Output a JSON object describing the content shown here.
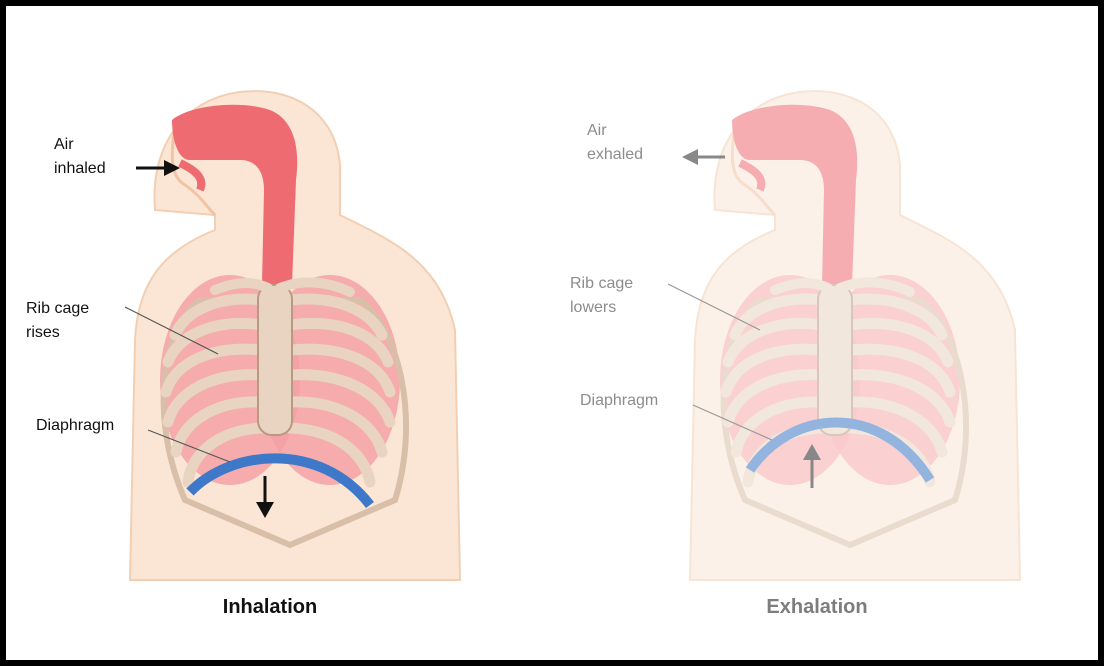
{
  "colors": {
    "frame": "#000000",
    "skin_light": "#fbe6d6",
    "skin_mid": "#f5cfb0",
    "airway": "#ee6b72",
    "lung": "#f4a0a6",
    "bone": "#e8d4c1",
    "bone_shadow": "#b89a82",
    "diaphragm": "#3e78c8",
    "inhale_text": "#111111",
    "exhale_text": "#8c8c8c"
  },
  "inhalation": {
    "air_label": "Air\ninhaled",
    "rib_label": "Rib cage\nrises",
    "diaphragm_label": "Diaphragm",
    "title": "Inhalation",
    "air_arrow_icon": "arrow-right-icon",
    "diaphragm_arrow_icon": "arrow-down-icon"
  },
  "exhalation": {
    "air_label": "Air\nexhaled",
    "rib_label": "Rib cage\nlowers",
    "diaphragm_label": "Diaphragm",
    "title": "Exhalation",
    "air_arrow_icon": "arrow-left-icon",
    "diaphragm_arrow_icon": "arrow-up-icon"
  }
}
